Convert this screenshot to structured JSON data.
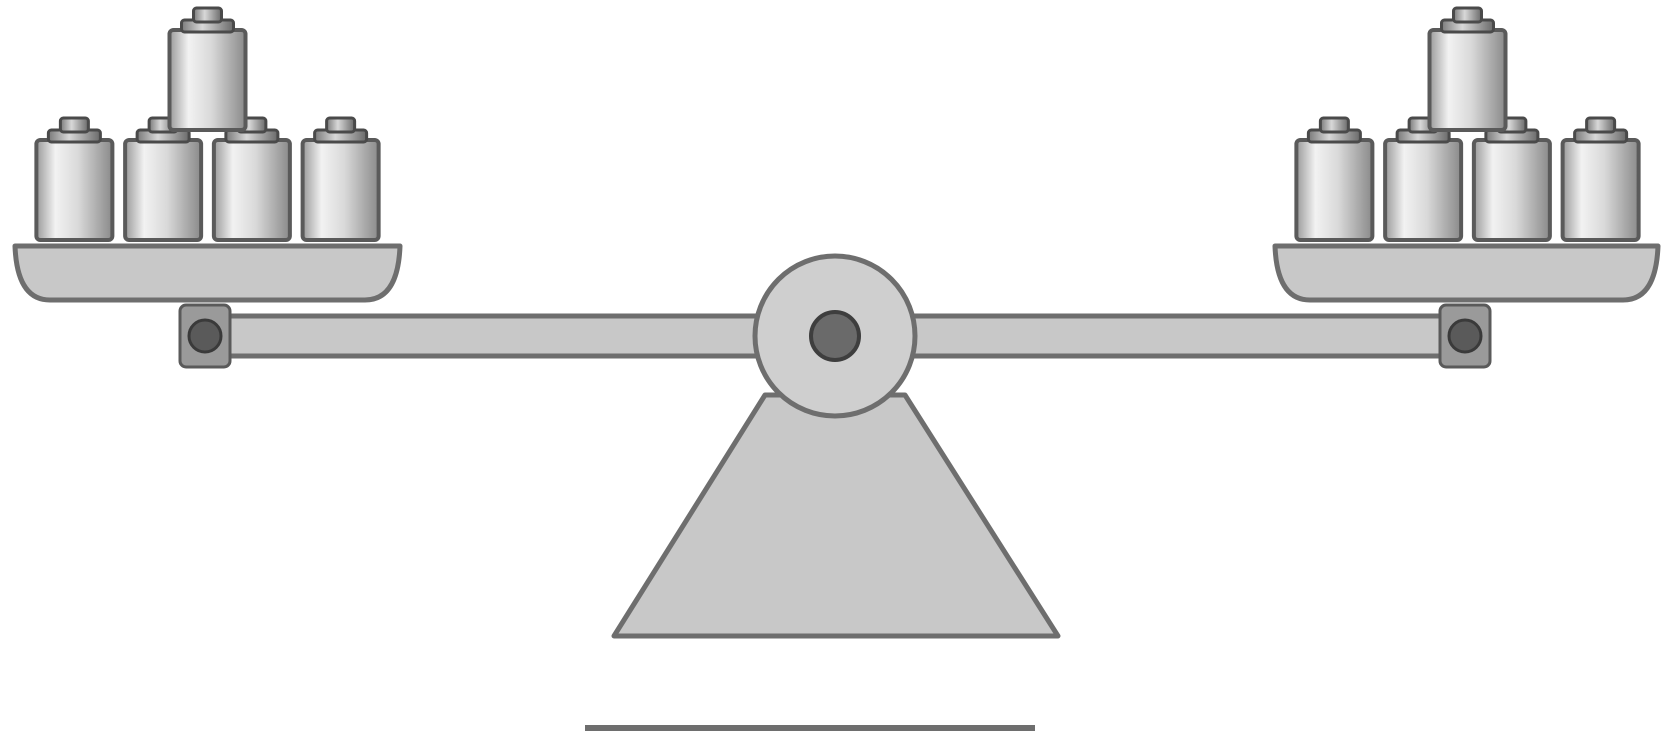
{
  "scale": {
    "left_pan": {
      "bottom_weights": 4,
      "top_weights": 1
    },
    "right_pan": {
      "bottom_weights": 4,
      "top_weights": 1
    },
    "balanced": true
  },
  "answer_blank": "",
  "colors": {
    "background": "#ffffff",
    "metal_fill": "#c8c8c8",
    "metal_light": "#e6e6e6",
    "outline": "#6e6e6e",
    "dark": "#4a4a4a"
  }
}
